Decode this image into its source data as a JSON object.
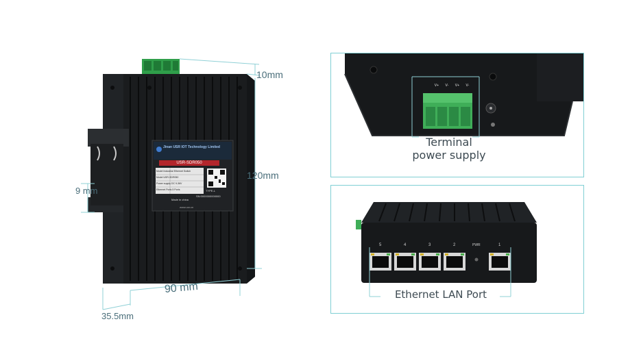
{
  "dimensions": {
    "top_height": "10mm",
    "total_height": "120mm",
    "rail_depth": "9 mm",
    "width": "90 mm",
    "depth": "35.5mm"
  },
  "label": {
    "brand": "Jinan USR IOT Technology Limited",
    "model_banner": "USR-SDR050",
    "rows": [
      {
        "k": "Model",
        "v": "Industrial Ethernet Switch"
      },
      {
        "k": "Model",
        "v": "USR-SDR050"
      },
      {
        "k": "Power supply",
        "v": "DC 9-36V"
      },
      {
        "k": "Ethernet Ports",
        "v": "5 Ports"
      }
    ],
    "type_text": "TYPE-L",
    "sn": "SN:0000000000000",
    "made_in": "Made in china",
    "website": "www.usr.cn"
  },
  "top_panel": {
    "caption_line1": "Terminal",
    "caption_line2": "power supply",
    "terminal_marks": [
      "V+",
      "V-",
      "V+",
      "V-"
    ]
  },
  "bottom_panel": {
    "caption": "Ethernet LAN Port",
    "port_numbers": [
      "5",
      "4",
      "3",
      "2",
      "1"
    ],
    "pwr_label": "PWR"
  },
  "colors": {
    "accent": "#7fcfd4",
    "dimension_line": "#8fd0d6",
    "device_body": "#16181a",
    "terminal_green": "#3fae58"
  }
}
